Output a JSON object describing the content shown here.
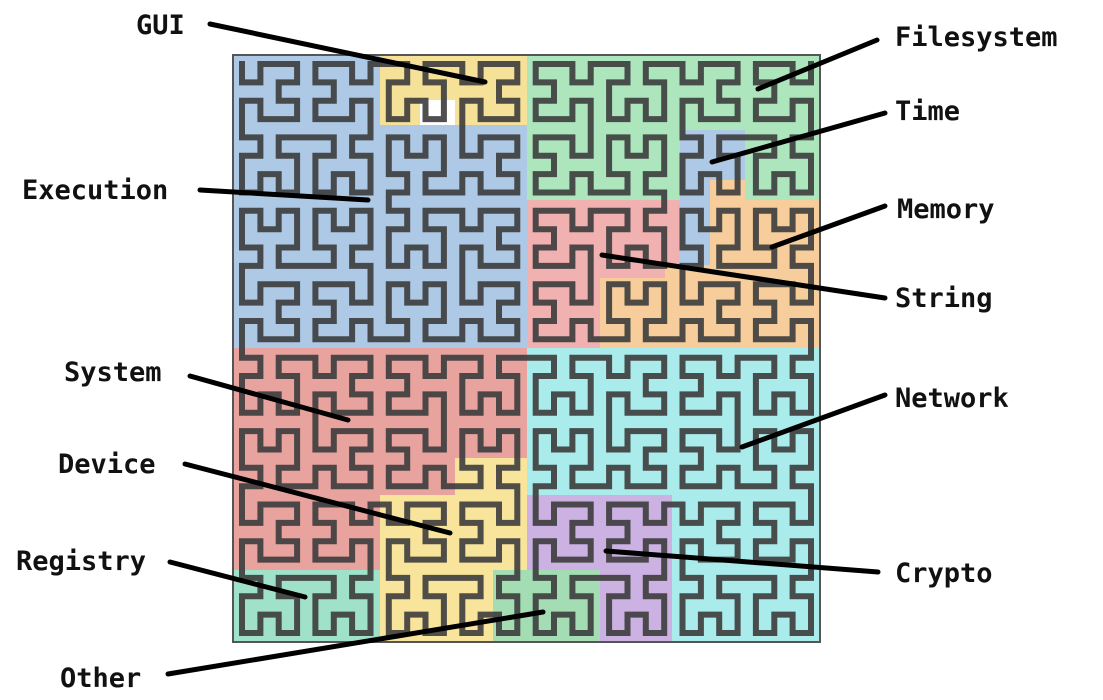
{
  "diagram": {
    "regions": [
      {
        "id": "gui",
        "label": "GUI",
        "color": "#f5dc86"
      },
      {
        "id": "execution",
        "label": "Execution",
        "color": "#9fbfe2"
      },
      {
        "id": "system",
        "label": "System",
        "color": "#e4938d"
      },
      {
        "id": "device",
        "label": "Device",
        "color": "#f7e189"
      },
      {
        "id": "registry",
        "label": "Registry",
        "color": "#8fdcc0"
      },
      {
        "id": "other",
        "label": "Other",
        "color": "#94d6a6"
      },
      {
        "id": "filesystem",
        "label": "Filesystem",
        "color": "#9fe0b2"
      },
      {
        "id": "time",
        "label": "Time",
        "color": "#9fbfe2"
      },
      {
        "id": "memory",
        "label": "Memory",
        "color": "#f5c489"
      },
      {
        "id": "string",
        "label": "String",
        "color": "#f0a3a3"
      },
      {
        "id": "network",
        "label": "Network",
        "color": "#9be8e8"
      },
      {
        "id": "crypto",
        "label": "Crypto",
        "color": "#c3a3de"
      }
    ],
    "curve": {
      "type": "space-filling curve",
      "color": "#3c3c3c"
    }
  }
}
